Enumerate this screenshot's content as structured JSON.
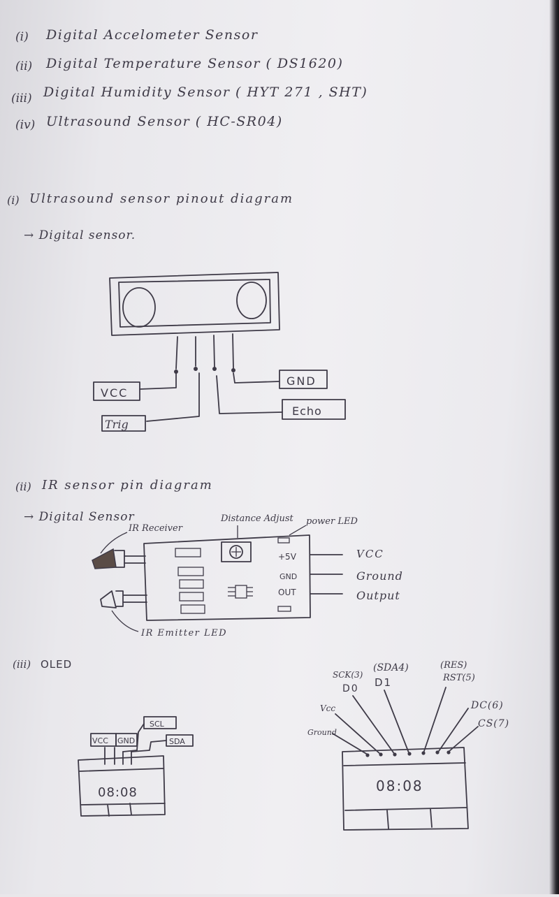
{
  "list": [
    {
      "num": "(i)",
      "text": "Digital Accelometer Sensor"
    },
    {
      "num": "(ii)",
      "text": "Digital Temperature Sensor ( DS1620)"
    },
    {
      "num": "(iii)",
      "text": "Digital Humidity Sensor ( HYT 271 , SHT)"
    },
    {
      "num": "(iv)",
      "text": "Ultrasound Sensor ( HC-SR04)"
    }
  ],
  "ultrasound": {
    "heading_num": "(i)",
    "heading": "Ultrasound sensor pinout diagram",
    "type": "→ Digital sensor.",
    "pins": {
      "vcc": "VCC",
      "trig": "Trig",
      "gnd": "GND",
      "echo": "Echo"
    }
  },
  "ir": {
    "heading_num": "(ii)",
    "heading": "IR sensor pin diagram",
    "type": "→ Digital Sensor",
    "labels": {
      "receiver": "IR Receiver",
      "distance": "Distance Adjust",
      "power_led": "power LED",
      "emitter": "IR Emitter LED"
    },
    "board_pins": [
      "+5V",
      "GND",
      "OUT"
    ],
    "outputs": [
      "VCC",
      "Ground",
      "Output"
    ]
  },
  "oled": {
    "heading_num": "(iii)",
    "heading": "OLED",
    "small": {
      "vcc": "VCC",
      "gnd": "GND",
      "scl": "SCL",
      "sda": "SDA",
      "time": "08:08"
    },
    "large": {
      "ground": "Ground",
      "vcc": "Vcc",
      "d0_top": "SCK(3)",
      "d0": "D0",
      "d1_top": "(SDA4)",
      "d1": "D1",
      "res_top": "(RES)",
      "rst": "RST(5)",
      "dc": "DC(6)",
      "cs": "CS(7)",
      "time": "08:08"
    }
  }
}
